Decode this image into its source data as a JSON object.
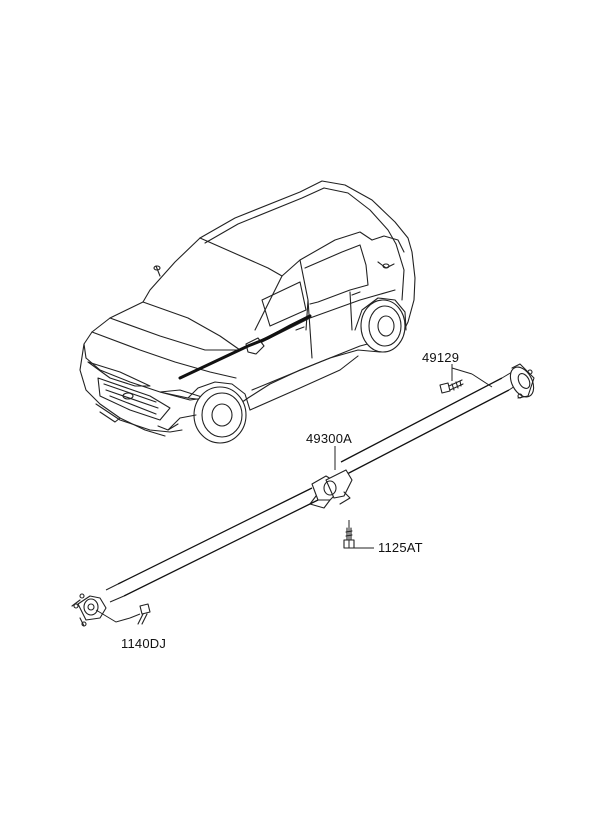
{
  "diagram": {
    "parts": [
      {
        "id": "49129"
      },
      {
        "id": "49300A"
      },
      {
        "id": "1125AT"
      },
      {
        "id": "1140DJ"
      }
    ]
  }
}
